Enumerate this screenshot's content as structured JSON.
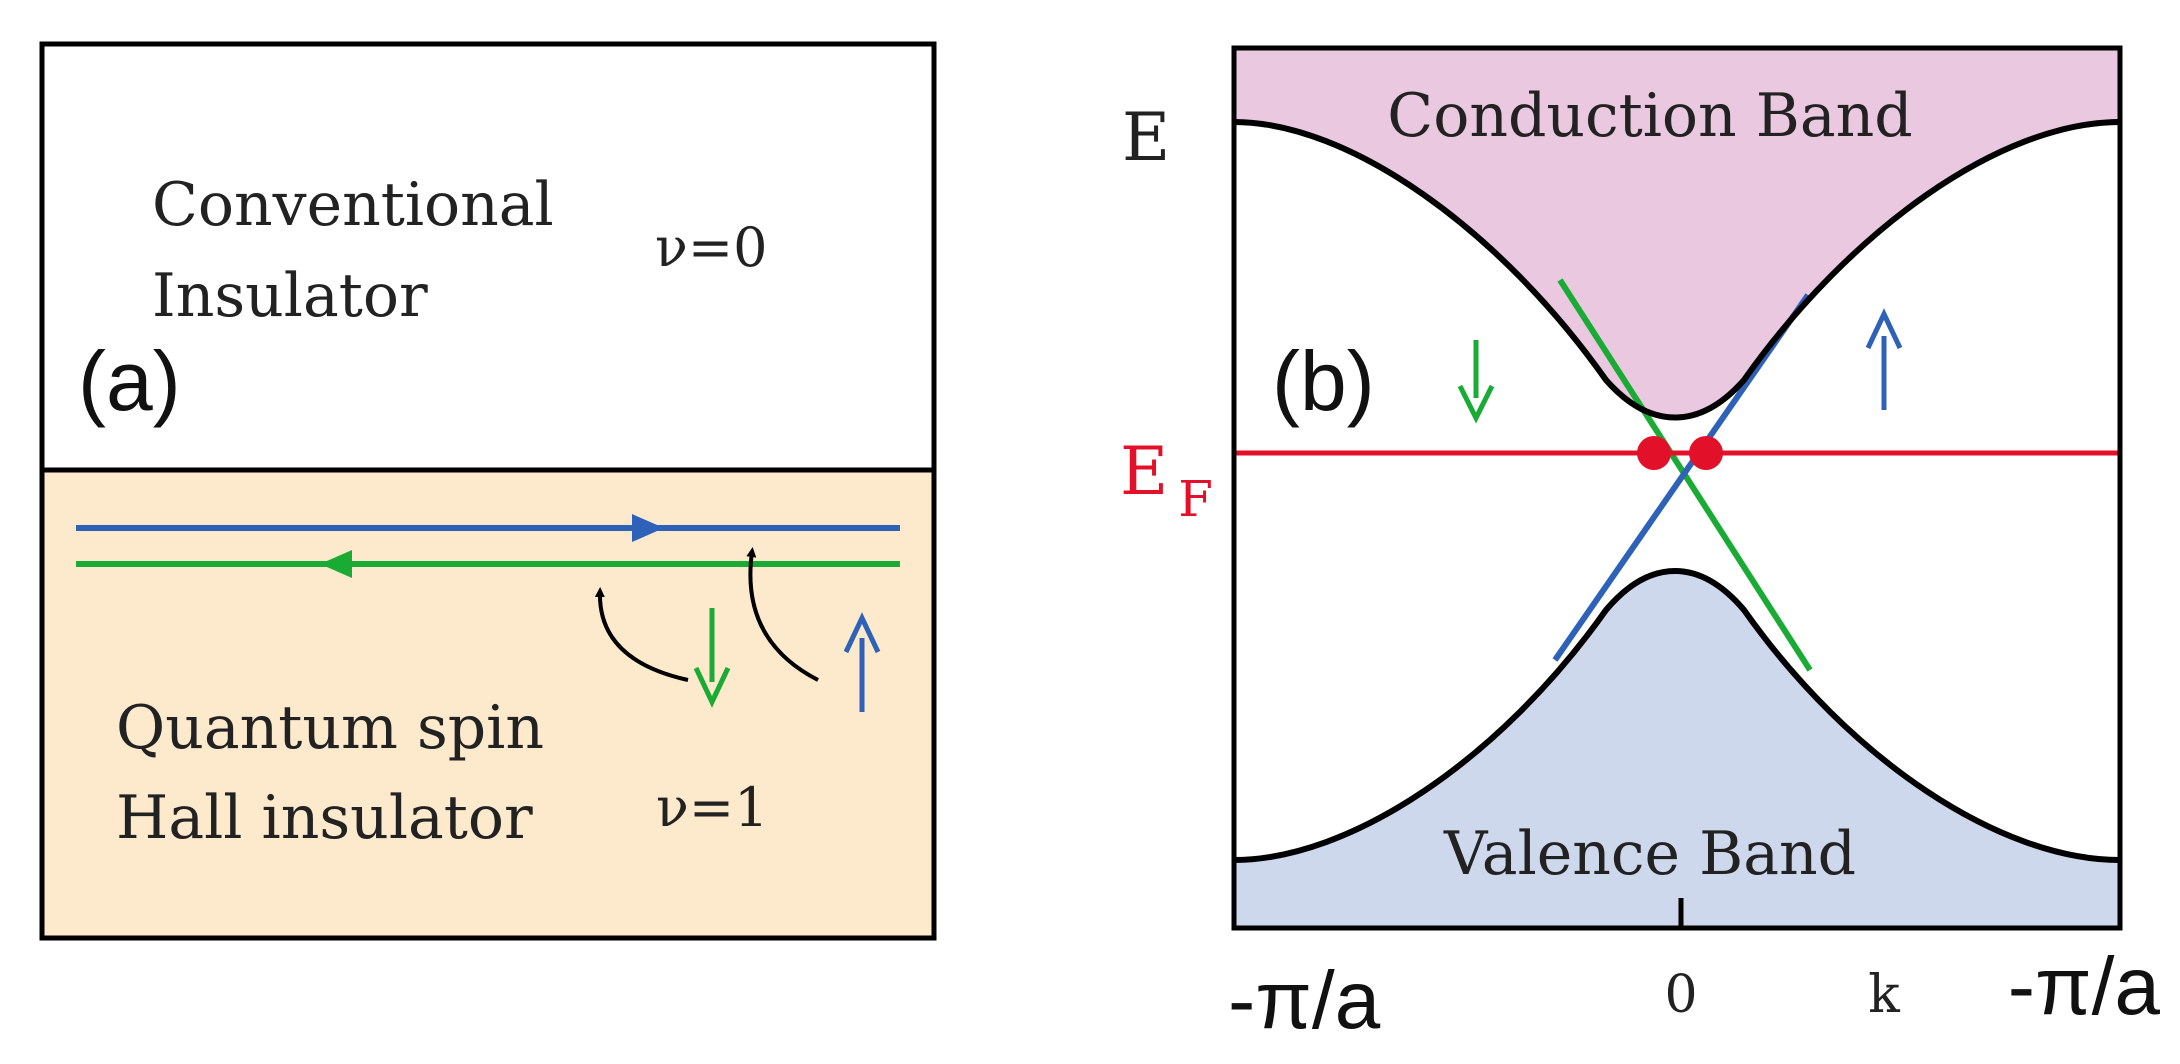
{
  "panel_a": {
    "label": "(a)",
    "top_region": {
      "line1": "Conventional",
      "line2": "Insulator",
      "nu": "ν=0",
      "fill": "#ffffff"
    },
    "bottom_region": {
      "line1": "Quantum spin",
      "line2": "Hall insulator",
      "nu": "ν=1",
      "fill": "#fdeacc"
    },
    "spin_down_arrow": "↓",
    "spin_up_arrow": "↑"
  },
  "panel_b": {
    "label": "(b)",
    "energy_label": "E",
    "fermi_label_main": "E",
    "fermi_label_sub": "F",
    "conduction_band": "Conduction Band",
    "valence_band": "Valence Band",
    "x_left": "-π/a",
    "x_zero": "0",
    "x_k": "k",
    "x_right": "-π/a",
    "spin_down_arrow": "↓",
    "spin_up_arrow": "↑"
  },
  "colors": {
    "blue": "#2e62b8",
    "green": "#1aab35",
    "red": "#e3102a",
    "conduction_fill": "#e9c8e0",
    "valence_fill": "#cdd8ec",
    "black": "#000000"
  }
}
